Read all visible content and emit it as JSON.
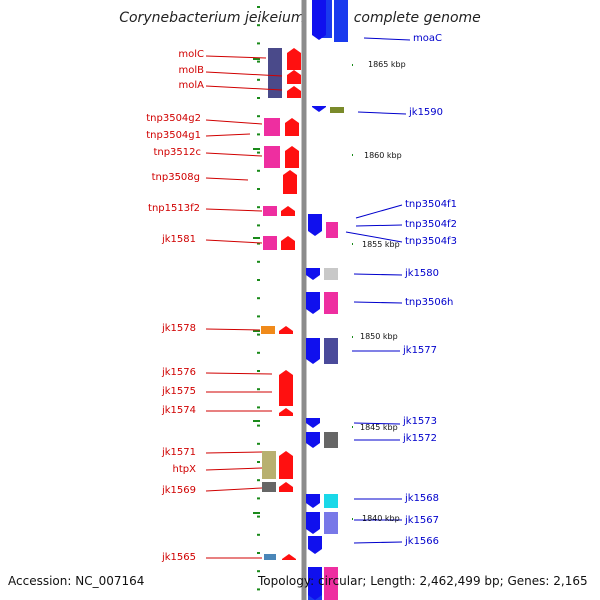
{
  "title": "Corynebacterium jeikeium K411, complete genome",
  "footer": {
    "accession": "Accession: NC_007164",
    "topology": "Topology: circular; Length: 2,462,499 bp; Genes: 2,165"
  },
  "kbp_ticks": [
    "1865 kbp",
    "1860 kbp",
    "1855 kbp",
    "1850 kbp",
    "1845 kbp",
    "1840 kbp"
  ],
  "left_genes": [
    "molC",
    "molB",
    "molA",
    "tnp3504g2",
    "tnp3504g1",
    "tnp3512c",
    "tnp3508g",
    "tnp1513f2",
    "jk1581",
    "jk1578",
    "jk1576",
    "jk1575",
    "jk1574",
    "jk1571",
    "htpX",
    "jk1569",
    "jk1565"
  ],
  "right_genes": [
    "moaC",
    "jk1590",
    "tnp3504f1",
    "tnp3504f2",
    "tnp3504f3",
    "jk1580",
    "tnp3506h",
    "jk1577",
    "jk1573",
    "jk1572",
    "jk1568",
    "jk1567",
    "jk1566"
  ],
  "colors": {
    "left_label": "#d00000",
    "right_label": "#0000cc",
    "strand_arrow_left": "#ff0000",
    "strand_arrow_right": "#1010ee",
    "backbone": "#8c8c8c",
    "tick_dot": "#1a8a1a"
  }
}
